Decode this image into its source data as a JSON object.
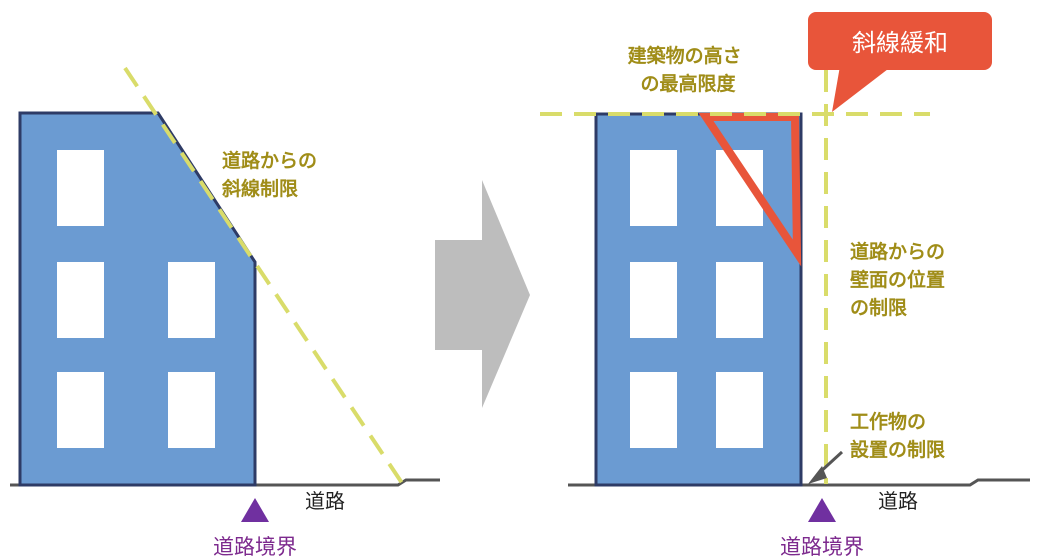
{
  "left_panel": {
    "slant_label": [
      "道路からの",
      "斜線制限"
    ],
    "road_label": "道路",
    "boundary_label": "道路境界"
  },
  "right_panel": {
    "height_label": [
      "建築物の高さ",
      "の最高限度"
    ],
    "callout_label": "斜線緩和",
    "wall_label": [
      "道路からの",
      "壁面の位置",
      "の制限"
    ],
    "structure_label": [
      "工作物の",
      "設置の制限"
    ],
    "road_label": "道路",
    "boundary_label": "道路境界"
  },
  "colors": {
    "building_fill": "#6b9bd2",
    "building_outline": "#2e3b66",
    "window": "#ffffff",
    "guide_line": "#d9dc6a",
    "label_text": "#a08d18",
    "boundary_marker": "#7030a0",
    "relaxation_triangle": "#e8553a",
    "callout_fill": "#e8553a",
    "arrow_shape": "#bdbdbd",
    "ground_line": "#555555"
  }
}
